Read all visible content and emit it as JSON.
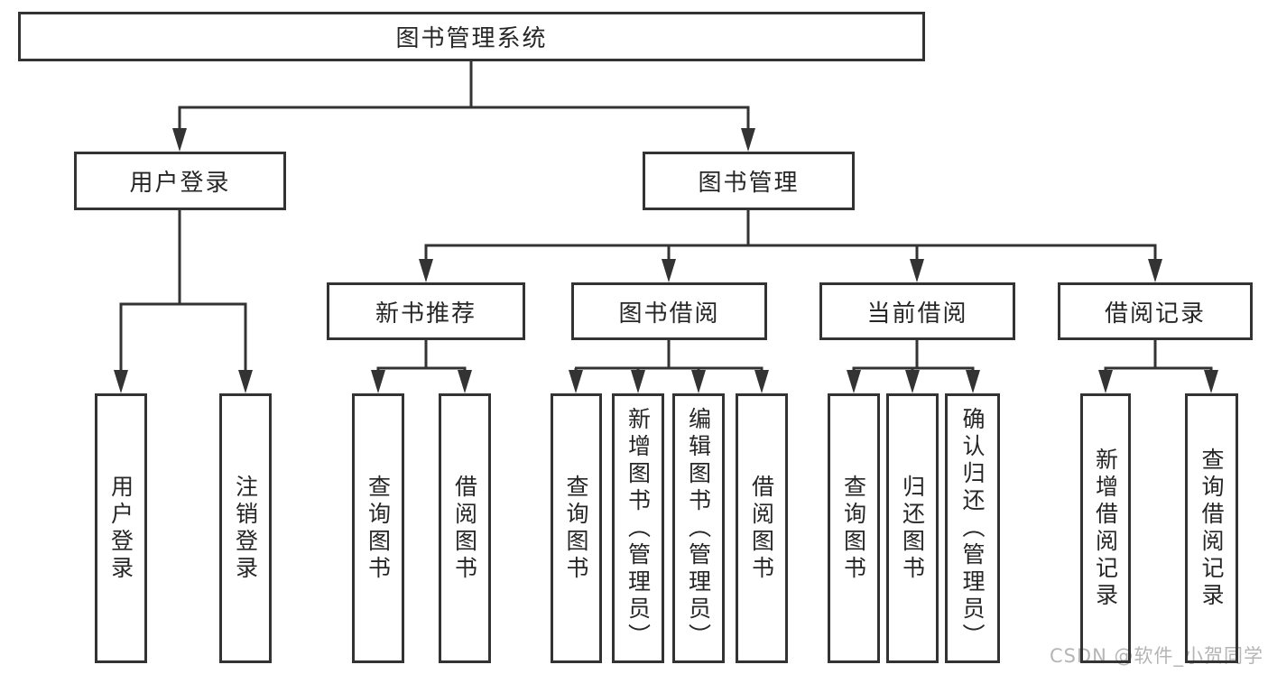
{
  "diagram": {
    "root": {
      "label": "图书管理系统"
    },
    "branches": [
      {
        "label": "用户登录",
        "children": [
          {
            "label": "用户登录"
          },
          {
            "label": "注销登录"
          }
        ]
      },
      {
        "label": "图书管理",
        "children": [
          {
            "label": "新书推荐",
            "children": [
              {
                "label": "查询图书"
              },
              {
                "label": "借阅图书"
              }
            ]
          },
          {
            "label": "图书借阅",
            "children": [
              {
                "label": "查询图书"
              },
              {
                "label": "新增图书（管理员）"
              },
              {
                "label": "编辑图书（管理员）"
              },
              {
                "label": "借阅图书"
              }
            ]
          },
          {
            "label": "当前借阅",
            "children": [
              {
                "label": "查询图书"
              },
              {
                "label": "归还图书"
              },
              {
                "label": "确认归还（管理员）"
              }
            ]
          },
          {
            "label": "借阅记录",
            "children": [
              {
                "label": "新增借阅记录"
              },
              {
                "label": "查询借阅记录"
              }
            ]
          }
        ]
      }
    ]
  },
  "watermark": {
    "text": "CSDN @软件_小贺同学"
  },
  "colors": {
    "line": "#333333",
    "box_border": "#333333",
    "box_fill": "#ffffff",
    "text": "#262626",
    "watermark": "#b5b5b5",
    "background": "#ffffff"
  }
}
